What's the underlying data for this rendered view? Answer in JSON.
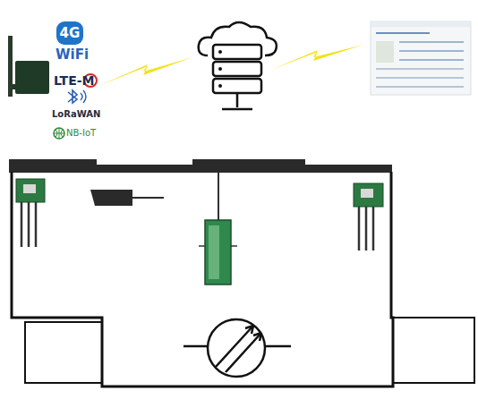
{
  "diagram": {
    "labels": [
      "4G",
      "WiFi",
      "LTE-M",
      "LoRaWAN",
      "NB-IoT"
    ]
  }
}
